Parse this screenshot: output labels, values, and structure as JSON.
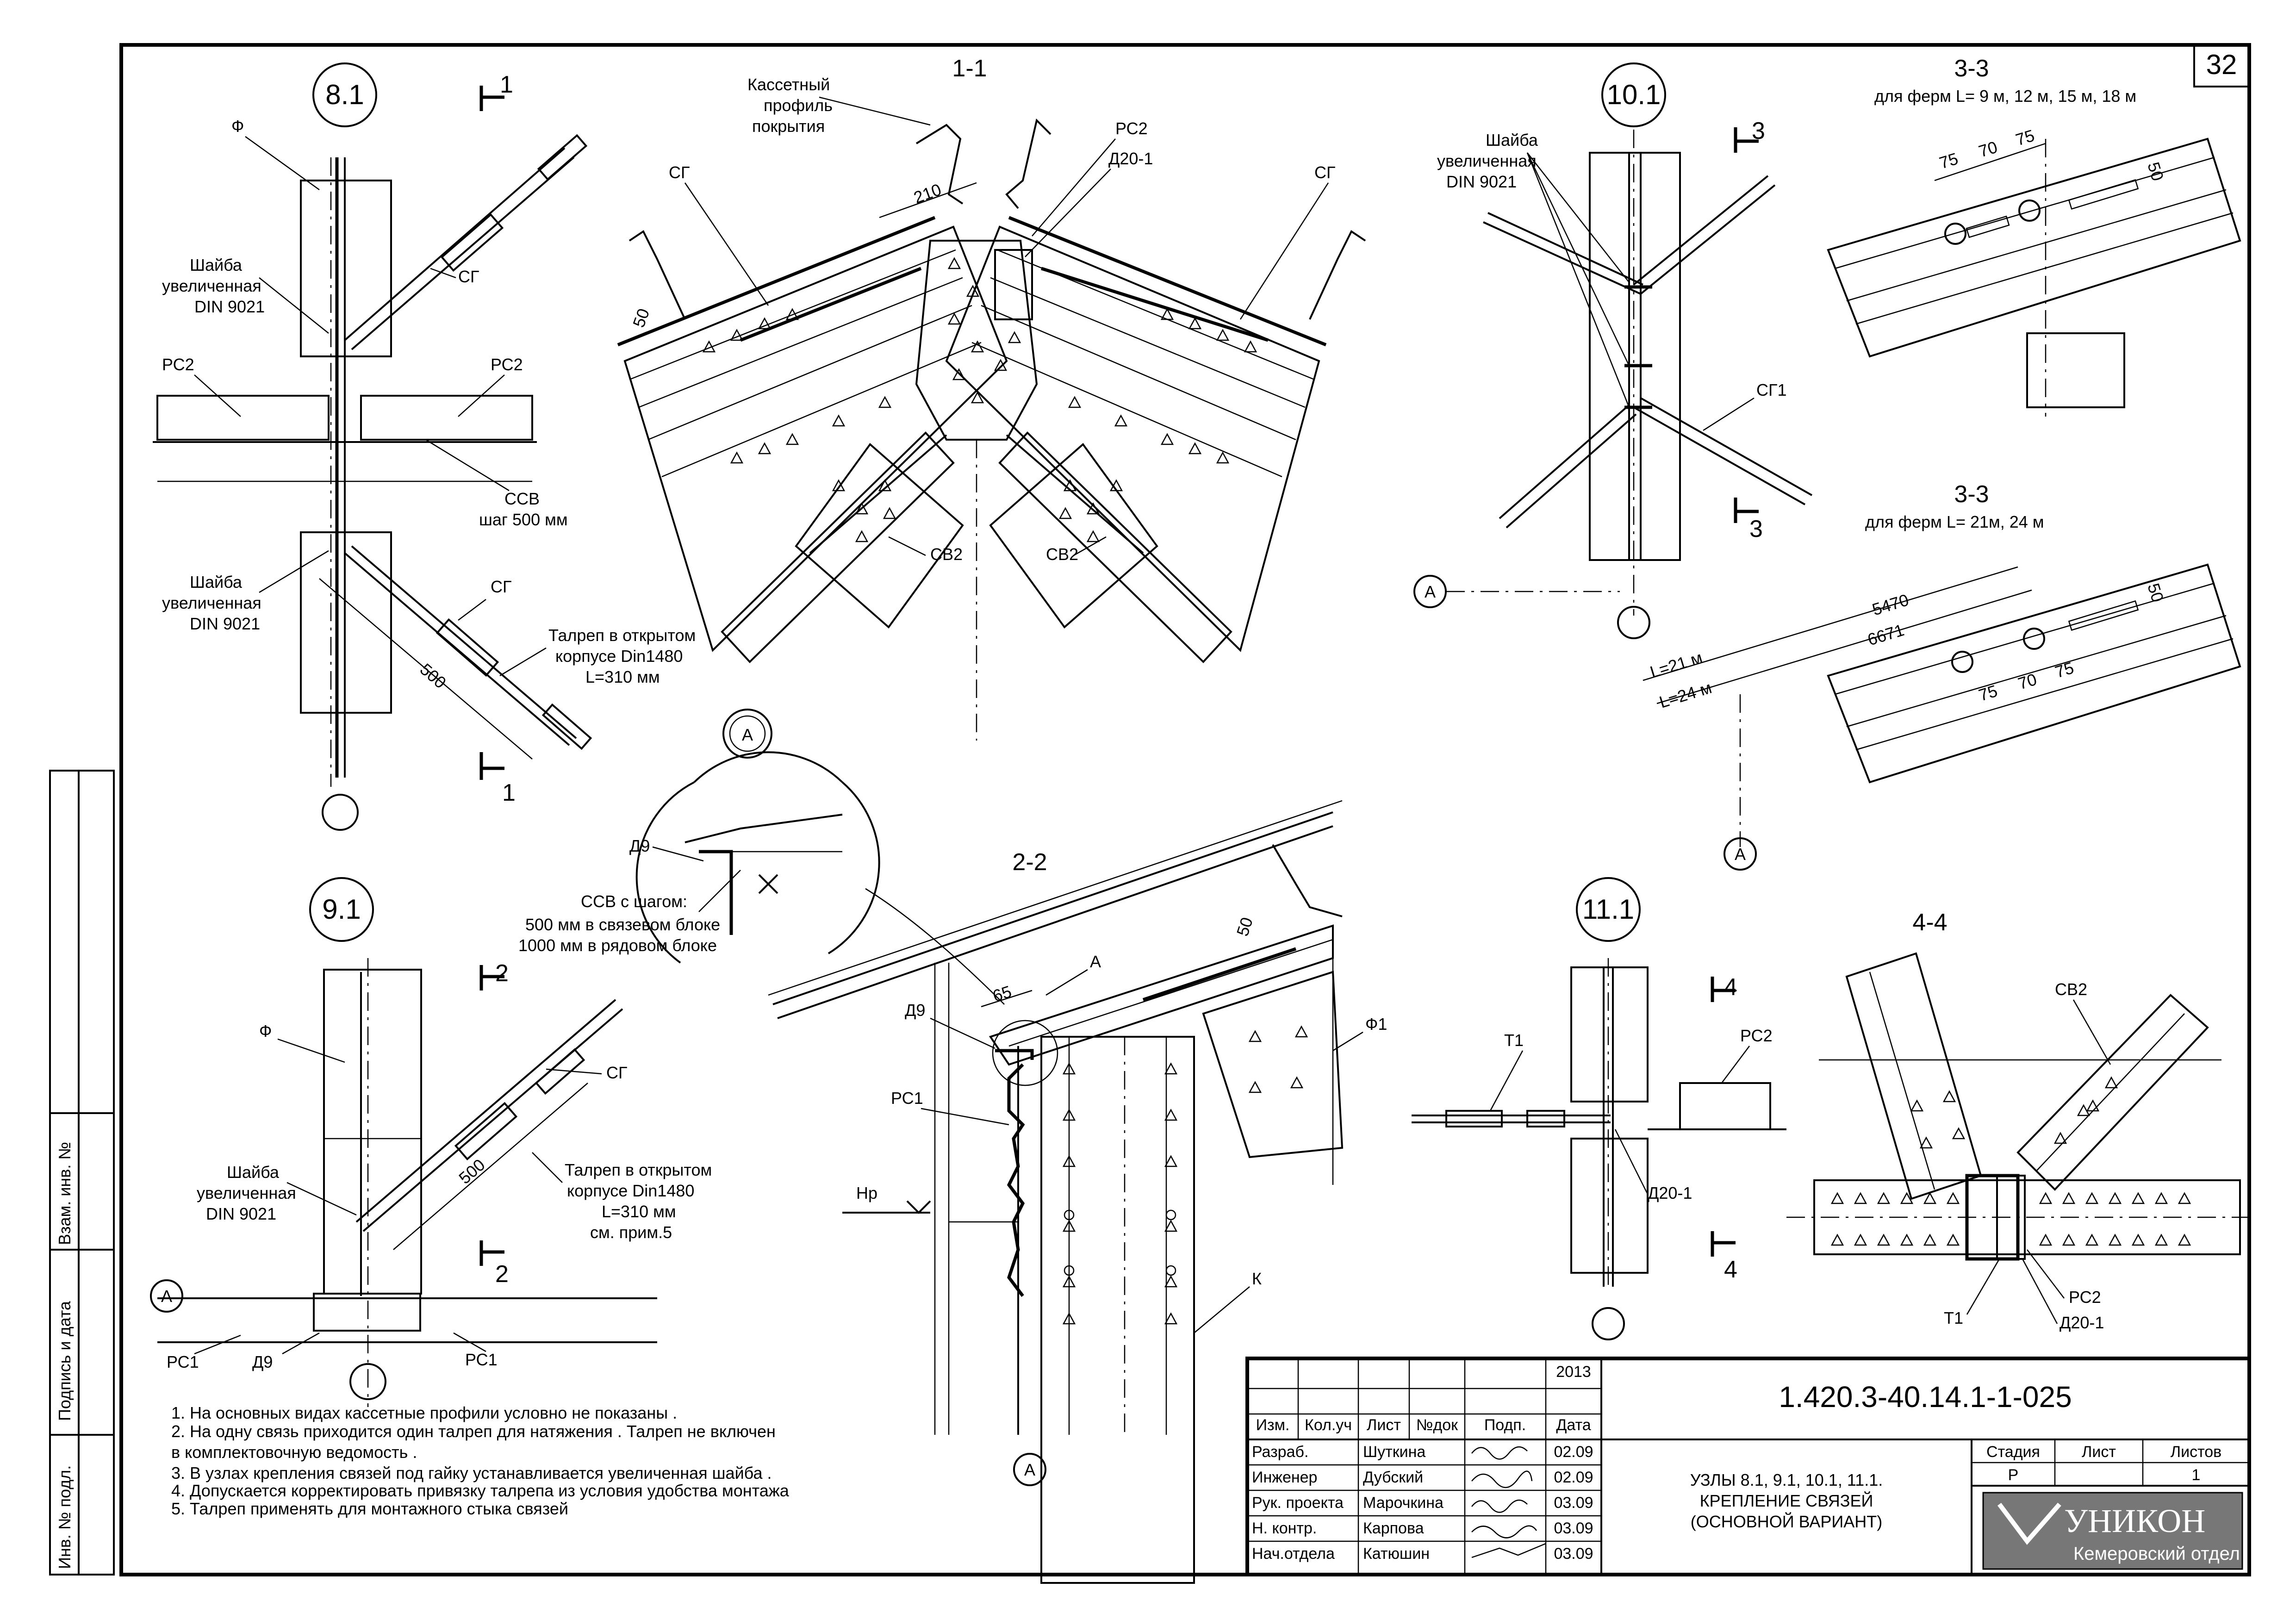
{
  "sheet": {
    "number": "32",
    "code": "1.420.3-40.14.1-1-025",
    "year": "2013",
    "title_lines": [
      "УЗЛЫ  8.1, 9.1, 10.1, 11.1.",
      "КРЕПЛЕНИЕ СВЯЗЕЙ",
      "(ОСНОВНОЙ ВАРИАНТ)"
    ]
  },
  "side_stamp": {
    "cells": [
      "Инв. № подл.",
      "Подпись и дата",
      "Взам. инв. №"
    ]
  },
  "stamp": {
    "header": [
      "Изм.",
      "Кол.уч",
      "Лист",
      "№док",
      "Подп.",
      "Дата"
    ],
    "rows": [
      {
        "role": "Разраб.",
        "name": "Шуткина",
        "date": "02.09"
      },
      {
        "role": "Инженер",
        "name": "Дубский",
        "date": "02.09"
      },
      {
        "role": "Рук. проекта",
        "name": "Марочкина",
        "date": "03.09"
      },
      {
        "role": "Н. контр.",
        "name": "Карпова",
        "date": "03.09"
      },
      {
        "role": "Нач.отдела",
        "name": "Катюшин",
        "date": "03.09"
      }
    ],
    "stage_header": [
      "Стадия",
      "Лист",
      "Листов"
    ],
    "stage_values": [
      "Р",
      "",
      "1"
    ],
    "company": "УНИКОН",
    "department": "Кемеровский отдел"
  },
  "notes": [
    "1. На основных видах кассетные профили условно не показаны .",
    "2. На одну связь приходится один талреп для натяжения . Талреп не включен",
    "    в  комплектовочную ведомость .",
    "3. В узлах крепления связей под гайку устанавливается увеличенная шайба .",
    "4. Допускается корректировать привязку талрепа из условия удобства монтажа",
    "5. Талреп применять для монтажного стыка связей"
  ],
  "view_8_1": {
    "node": "8.1",
    "cut_top": "1",
    "cut_bottom": "1",
    "label_f": "Ф",
    "washer": [
      "Шайба",
      "увеличенная",
      "DIN 9021"
    ],
    "sg_1": "СГ",
    "rs2_left": "РС2",
    "rs2_right": "РС2",
    "ssv": [
      "ССВ",
      "шаг 500 мм"
    ],
    "washer_2": [
      "Шайба",
      "увеличенная",
      "DIN 9021"
    ],
    "sg_2": "СГ",
    "turnbuckle": [
      "Талреп в открытом",
      "корпусе Din1480",
      "L=310 мм"
    ],
    "dim_500": "500"
  },
  "view_9_1": {
    "node": "9.1",
    "cut_top": "2",
    "cut_bottom": "2",
    "label_f": "Ф",
    "sg": "СГ",
    "washer": [
      "Шайба",
      "увеличенная",
      "DIN 9021"
    ],
    "turnbuckle": [
      "Талреп в открытом",
      "корпусе Din1480",
      "L=310 мм",
      "см. прим.5"
    ],
    "dim_500": "500",
    "axis_a": "А",
    "rs1_left": "РС1",
    "d9": "Д9",
    "rs1_right": "РС1"
  },
  "section_1_1": {
    "title": "1-1",
    "cassette": [
      "Кассетный",
      "профиль",
      "покрытия"
    ],
    "dim_210": "210",
    "rs2": "РС2",
    "d20": "Д20-1",
    "sg_left": "СГ",
    "sg_right": "СГ",
    "dim_50": "50",
    "sv2_left": "СВ2",
    "sv2_right": "СВ2"
  },
  "view_10_1": {
    "node": "10.1",
    "cut_top": "3",
    "cut_bottom": "3",
    "washer": [
      "Шайба",
      "увеличенная",
      "DIN 9021"
    ],
    "sg1": "СГ1",
    "axis_a": "А"
  },
  "section_3_3_a": {
    "title": "3-3",
    "subtitle": "для ферм  L= 9 м, 12 м, 15 м, 18 м",
    "dims": [
      "75",
      "70",
      "75"
    ],
    "dim_50": "50"
  },
  "section_3_3_b": {
    "title": "3-3",
    "subtitle": "для ферм  L= 21м, 24 м",
    "dim_5470": "5470",
    "dim_6671": "6671",
    "l21": "L=21 м",
    "l24": "L=24 м",
    "dims": [
      "75",
      "70",
      "75"
    ],
    "dim_50": "50",
    "axis_a": "А"
  },
  "detail_a": {
    "marker": "А",
    "d9": "Д9",
    "ssv": [
      "ССВ с шагом:",
      "500 мм в связевом блоке",
      "1000 мм в рядовом блоке"
    ]
  },
  "section_2_2": {
    "title": "2-2",
    "dim_65": "65",
    "a_label": "А",
    "d9": "Д9",
    "rs1": "РС1",
    "hr": "Нр",
    "dim_50": "50",
    "f1": "Ф1",
    "k": "К",
    "axis_a": "А"
  },
  "view_11_1": {
    "node": "11.1",
    "cut_top": "4",
    "cut_bottom": "4",
    "t1": "Т1",
    "rs2": "РС2",
    "d20": "Д20-1"
  },
  "section_4_4": {
    "title": "4-4",
    "sv2": "СВ2",
    "t1": "Т1",
    "rs2": "РС2",
    "d20": "Д20-1"
  }
}
